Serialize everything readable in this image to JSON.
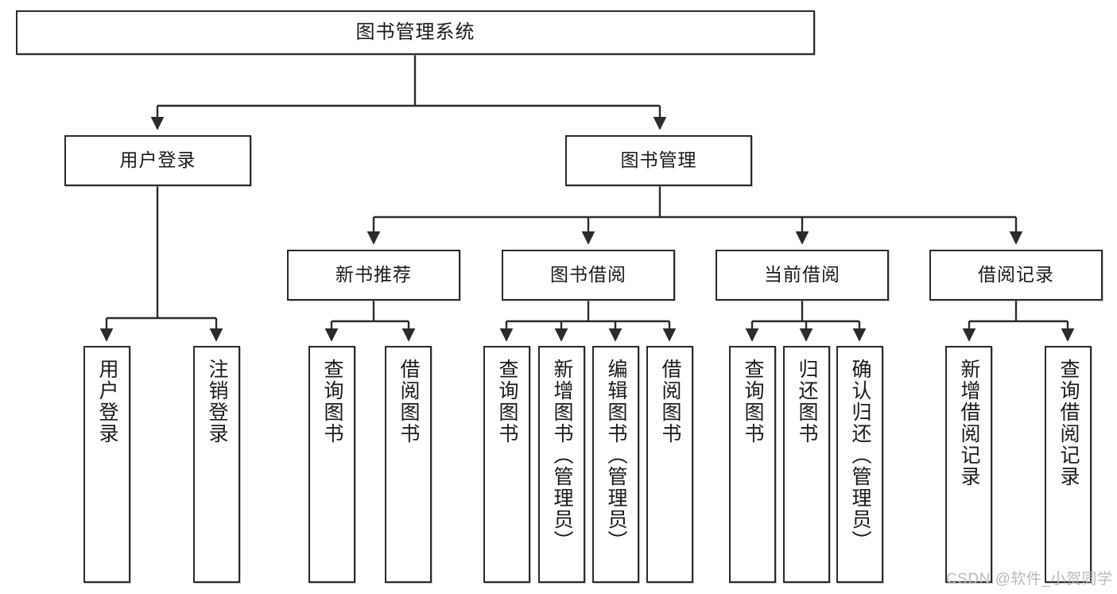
{
  "diagram": {
    "title": "图书管理系统",
    "type": "hierarchy-tree",
    "root": {
      "id": "root",
      "label": "图书管理系统",
      "orientation": "horizontal"
    },
    "level2": [
      {
        "id": "user-login",
        "label": "用户登录",
        "orientation": "horizontal"
      },
      {
        "id": "book-management",
        "label": "图书管理",
        "orientation": "horizontal"
      }
    ],
    "level3": [
      {
        "id": "new-book-recommend",
        "label": "新书推荐",
        "orientation": "horizontal",
        "parent": "book-management"
      },
      {
        "id": "book-borrow",
        "label": "图书借阅",
        "orientation": "horizontal",
        "parent": "book-management"
      },
      {
        "id": "current-borrow",
        "label": "当前借阅",
        "orientation": "horizontal",
        "parent": "book-management"
      },
      {
        "id": "borrow-record",
        "label": "借阅记录",
        "orientation": "horizontal",
        "parent": "book-management"
      }
    ],
    "leaves": [
      {
        "id": "leaf-user-login",
        "label": "用户登录",
        "parent": "user-login"
      },
      {
        "id": "leaf-logout",
        "label": "注销登录",
        "parent": "user-login"
      },
      {
        "id": "leaf-query-book-1",
        "label": "查询图书",
        "parent": "new-book-recommend"
      },
      {
        "id": "leaf-borrow-book-1",
        "label": "借阅图书",
        "parent": "new-book-recommend"
      },
      {
        "id": "leaf-query-book-2",
        "label": "查询图书",
        "parent": "book-borrow"
      },
      {
        "id": "leaf-add-book",
        "label": "新增图书（管理员）",
        "parent": "book-borrow"
      },
      {
        "id": "leaf-edit-book",
        "label": "编辑图书（管理员）",
        "parent": "book-borrow"
      },
      {
        "id": "leaf-borrow-book-2",
        "label": "借阅图书",
        "parent": "book-borrow"
      },
      {
        "id": "leaf-query-book-3",
        "label": "查询图书",
        "parent": "current-borrow"
      },
      {
        "id": "leaf-return-book",
        "label": "归还图书",
        "parent": "current-borrow"
      },
      {
        "id": "leaf-confirm-return",
        "label": "确认归还（管理员）",
        "parent": "current-borrow"
      },
      {
        "id": "leaf-add-record",
        "label": "新增借阅记录",
        "parent": "borrow-record"
      },
      {
        "id": "leaf-query-record",
        "label": "查询借阅记录",
        "parent": "borrow-record"
      }
    ],
    "watermark": "CSDN @软件_小贺同学",
    "colors": {
      "stroke": "#2b2b2b",
      "fill": "#ffffff",
      "text": "#1a1a1a",
      "watermark": "#b9b9b9"
    }
  }
}
